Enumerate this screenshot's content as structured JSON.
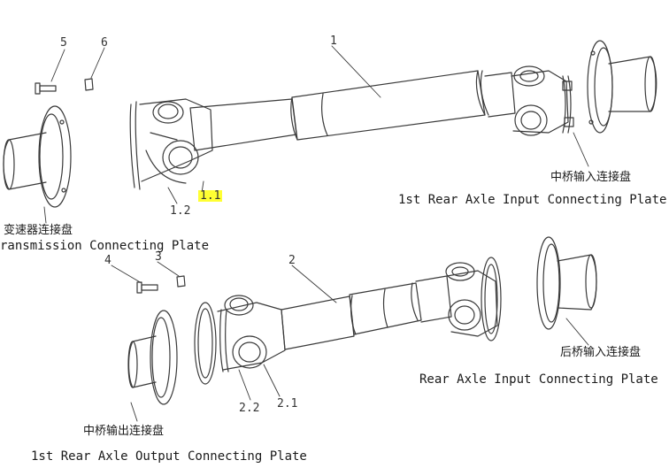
{
  "labels": {
    "part_1": "1",
    "part_1_1": "1.1",
    "part_1_2": "1.2",
    "part_2": "2",
    "part_2_1": "2.1",
    "part_2_2": "2.2",
    "part_3": "3",
    "part_4": "4",
    "part_5": "5",
    "part_6": "6",
    "mid_input_cn": "中桥输入连接盘",
    "mid_input_en": "1st Rear Axle Input Connecting Plate",
    "gearbox_cn": "变速器连接盘",
    "gearbox_en": "ransmission Connecting Plate",
    "rear_input_cn": "后桥输入连接盘",
    "rear_input_en": "Rear Axle Input Connecting Plate",
    "mid_output_cn": "中桥输出连接盘",
    "mid_output_en": "1st Rear Axle Output Connecting Plate"
  },
  "colors": {
    "line": "#3a3a3a",
    "highlight": "#ffff33"
  }
}
